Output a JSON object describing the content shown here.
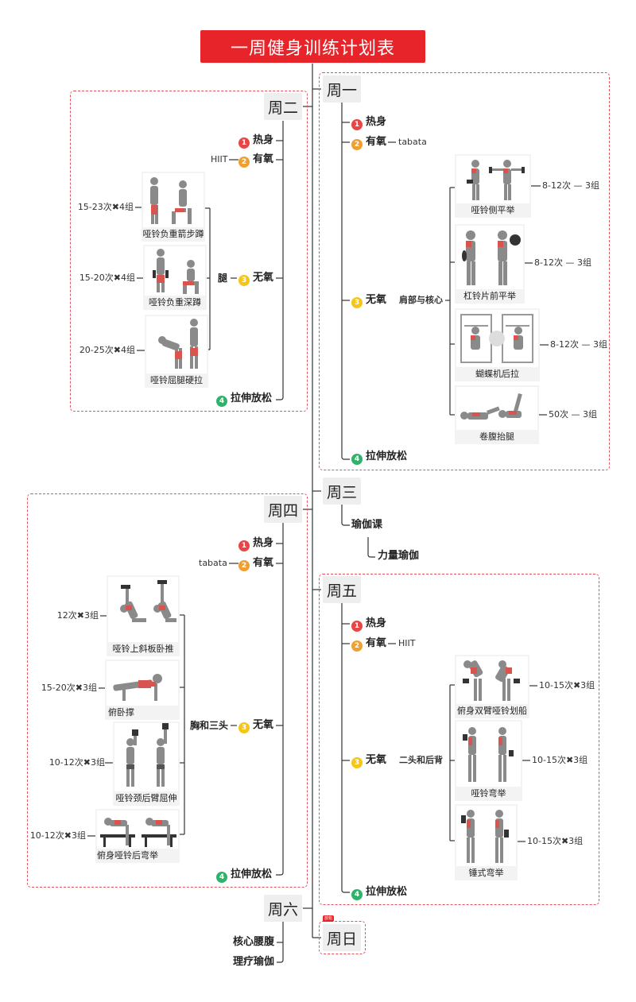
{
  "title": "一周健身训练计划表",
  "monday": {
    "label": "周一",
    "warmup": "热身",
    "cardio": "有氧",
    "cardio_note": "tabata",
    "strength": "无氧",
    "strength_focus": "肩部与核心",
    "exercises": [
      {
        "name": "哑铃侧平举",
        "reps": "8-12次 — 3组"
      },
      {
        "name": "杠铃片前平举",
        "reps": "8-12次 — 3组"
      },
      {
        "name": "蝴蝶机后拉",
        "reps": "8-12次 — 3组"
      },
      {
        "name": "卷腹抬腿",
        "reps": "50次 — 3组"
      }
    ],
    "stretch": "拉伸放松"
  },
  "tuesday": {
    "label": "周二",
    "warmup": "热身",
    "cardio": "有氧",
    "cardio_note": "HIIT",
    "strength": "无氧",
    "strength_focus": "腿",
    "exercises": [
      {
        "name": "哑铃负重箭步蹲",
        "reps": "15-23次✖4组"
      },
      {
        "name": "哑铃负重深蹲",
        "reps": "15-20次✖4组"
      },
      {
        "name": "哑铃屈腿硬拉",
        "reps": "20-25次✖4组"
      }
    ],
    "stretch": "拉伸放松"
  },
  "wednesday": {
    "label": "周三",
    "class": "瑜伽课",
    "class_type": "力量瑜伽"
  },
  "thursday": {
    "label": "周四",
    "warmup": "热身",
    "cardio": "有氧",
    "cardio_note": "tabata",
    "strength": "无氧",
    "strength_focus": "胸和三头",
    "exercises": [
      {
        "name": "哑铃上斜板卧推",
        "reps": "12次✖3组"
      },
      {
        "name": "俯卧撑",
        "reps": "15-20次✖3组"
      },
      {
        "name": "哑铃颈后臂屈伸",
        "reps": "10-12次✖3组"
      },
      {
        "name": "俯身哑铃后弯举",
        "reps": "10-12次✖3组"
      }
    ],
    "stretch": "拉伸放松"
  },
  "friday": {
    "label": "周五",
    "warmup": "热身",
    "cardio": "有氧",
    "cardio_note": "HIIT",
    "strength": "无氧",
    "strength_focus": "二头和后背",
    "exercises": [
      {
        "name": "俯身双臂哑铃划船",
        "reps": "10-15次✖3组"
      },
      {
        "name": "哑铃弯举",
        "reps": "10-15次✖3组"
      },
      {
        "name": "锤式弯举",
        "reps": "10-15次✖3组"
      }
    ],
    "stretch": "拉伸放松"
  },
  "saturday": {
    "label": "周六",
    "items": [
      "核心腰腹",
      "理疗瑜伽"
    ]
  },
  "sunday": {
    "label": "周日",
    "badge": "放松"
  },
  "colors": {
    "title_bg": "#e8242b",
    "dashed_border": "#e0555b",
    "step1": "#e84545",
    "step2": "#f0a030",
    "step3": "#f5c518",
    "step4": "#2fb36a"
  }
}
